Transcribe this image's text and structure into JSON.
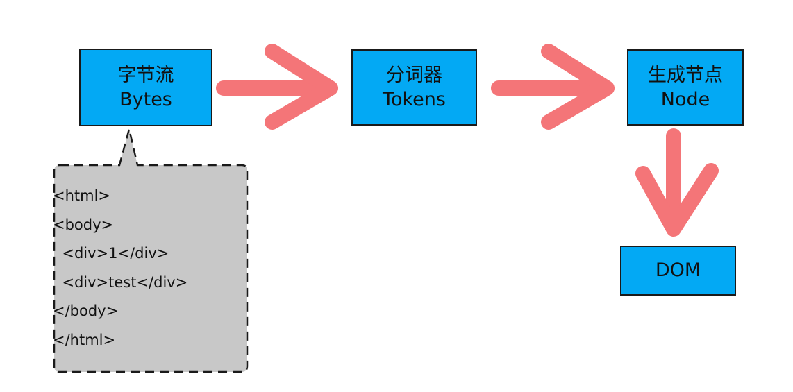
{
  "nodes": {
    "bytes": {
      "zh": "字节流",
      "en": "Bytes"
    },
    "tokens": {
      "zh": "分词器",
      "en": "Tokens"
    },
    "node": {
      "zh": "生成节点",
      "en": "Node"
    },
    "dom": {
      "en": "DOM"
    }
  },
  "code": [
    "<html>",
    "<body>",
    "  <div>1</div>",
    "  <div>test</div>",
    "</body>",
    "</html>"
  ],
  "colors": {
    "box_fill": "#03a9f4",
    "arrow": "#f47578",
    "callout_fill": "#c8c8c8",
    "border": "#1a1a1a"
  }
}
